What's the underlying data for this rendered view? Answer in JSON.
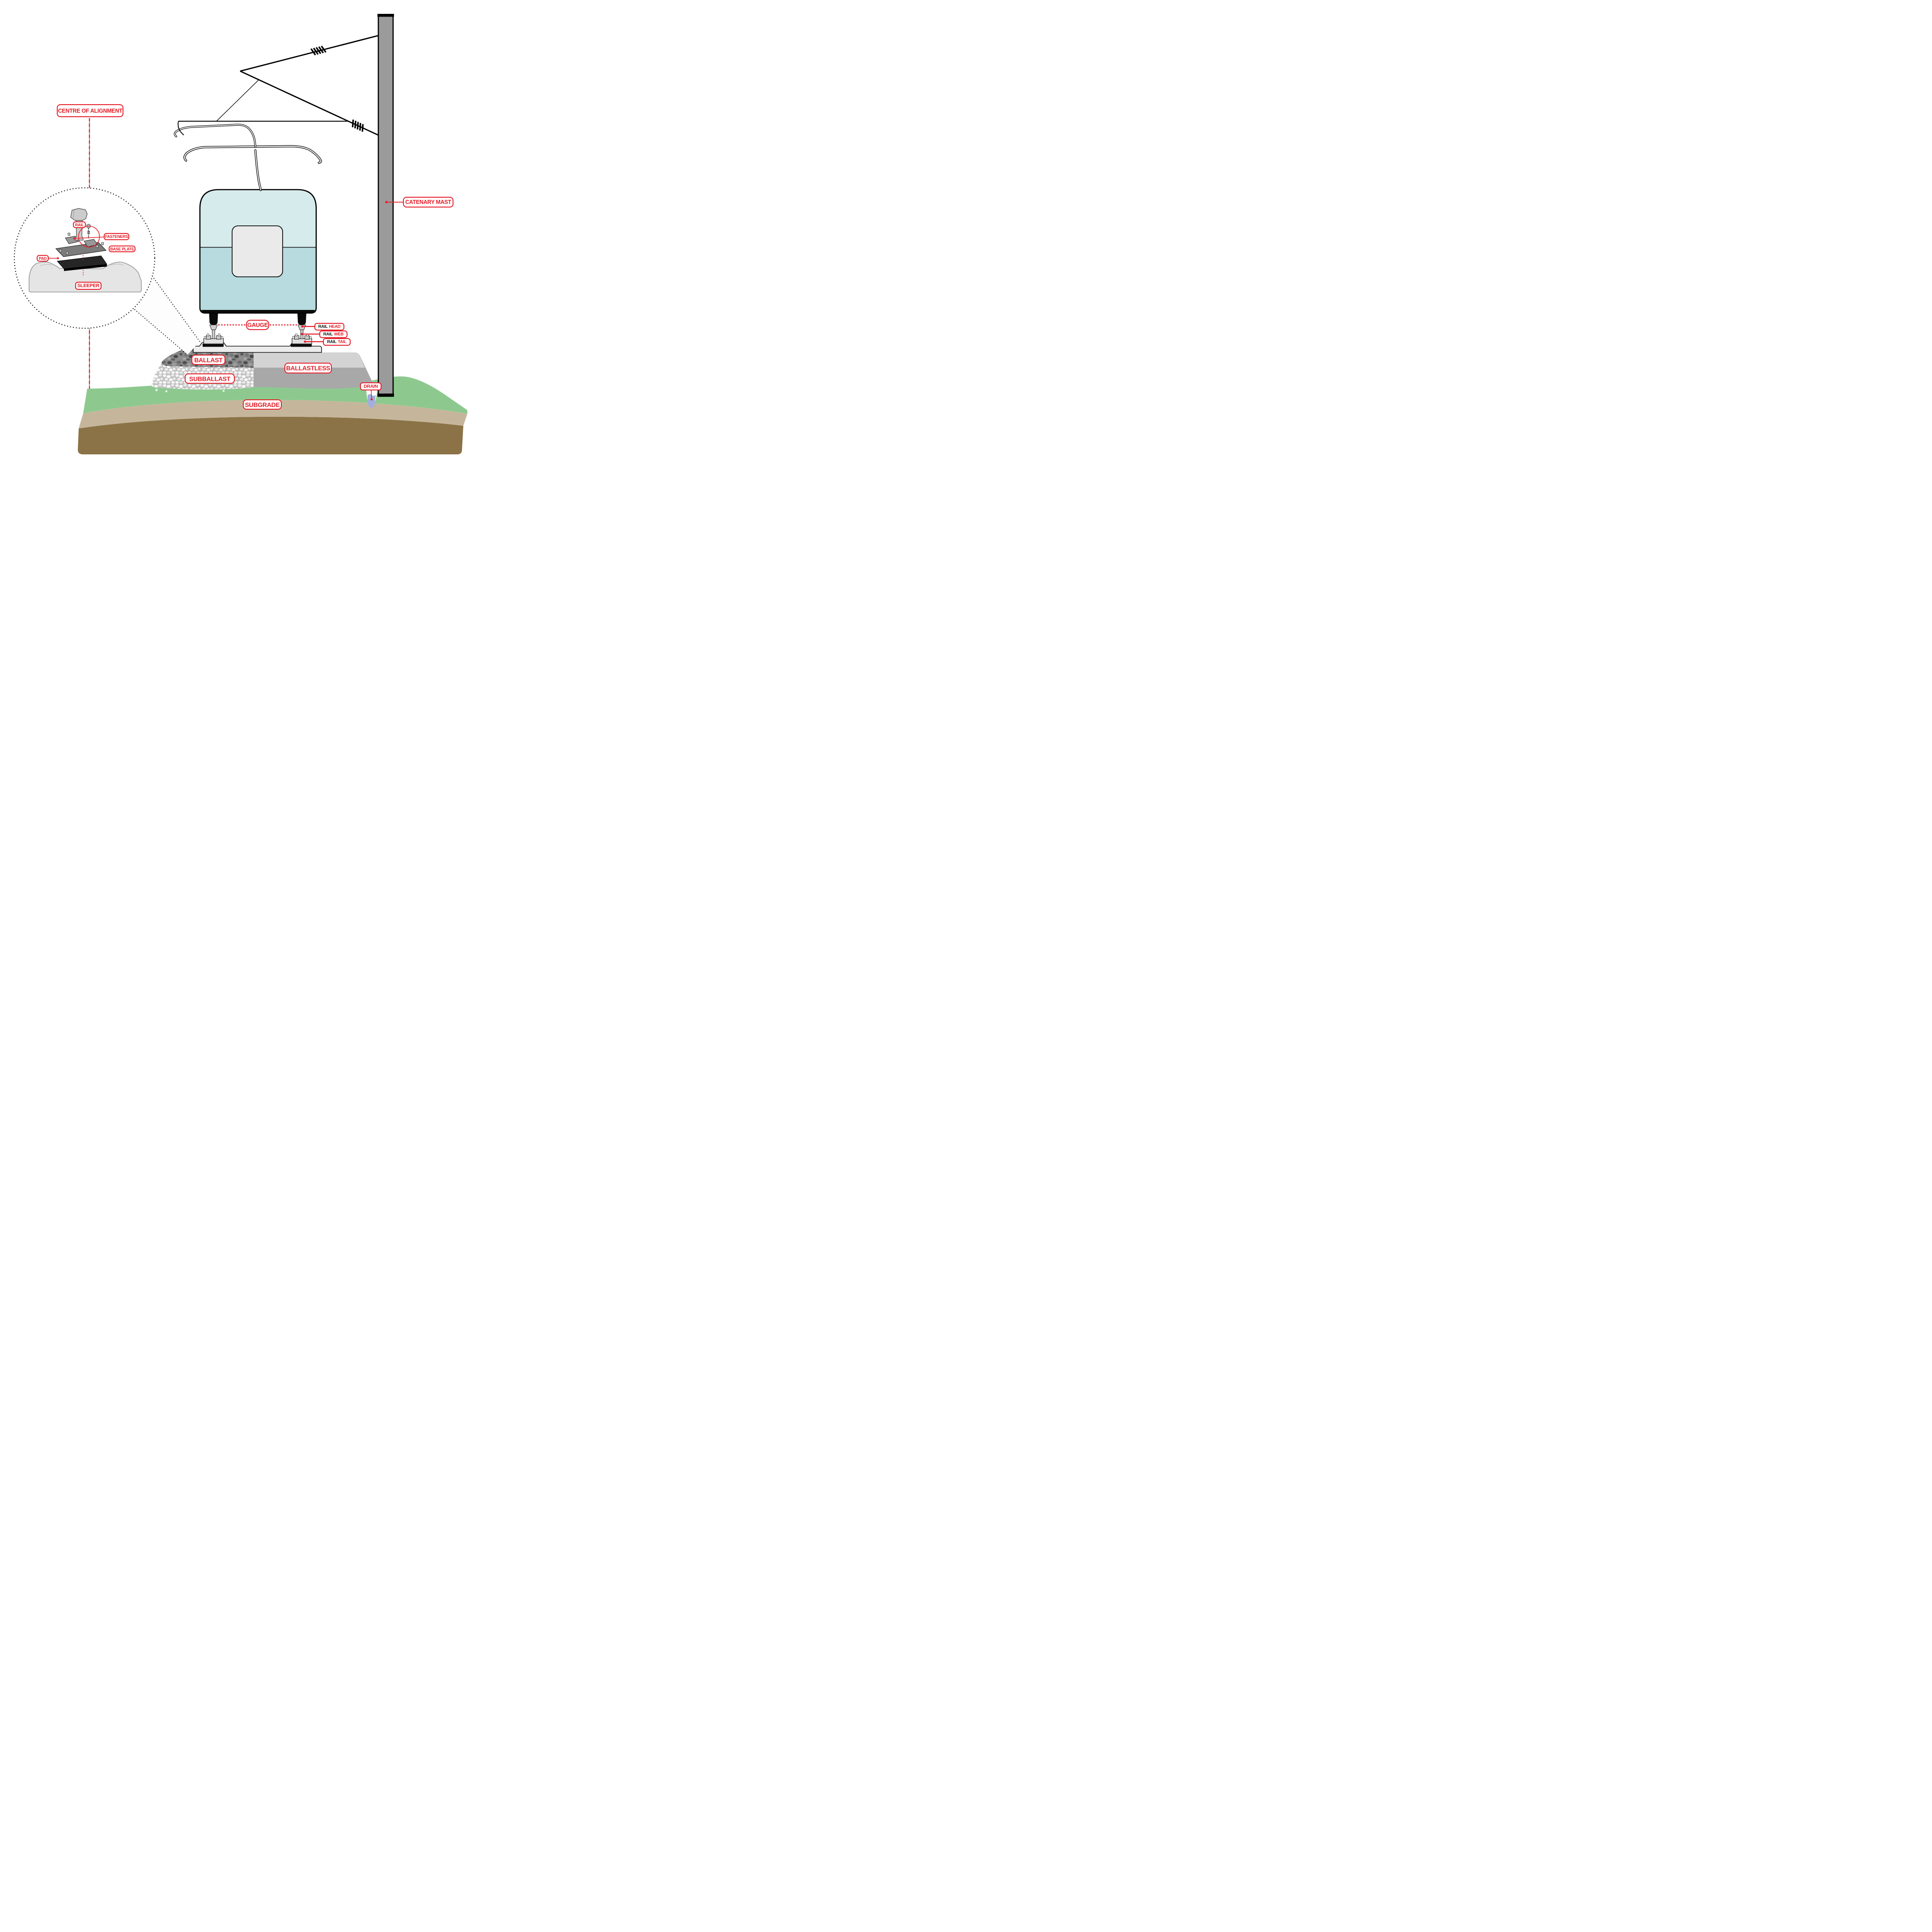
{
  "diagram": {
    "labels": {
      "centre_of_alignment": "CENTRE OF ALIGNMENT",
      "catenary_mast": "CATENARY MAST",
      "gauge": "GAUGE",
      "rail_head": {
        "prefix": "RAIL",
        "suffix": "HEAD"
      },
      "rail_web": {
        "prefix": "RAIL",
        "suffix": "WEB"
      },
      "rail_tail": {
        "prefix": "RAIL",
        "suffix": "TAIL"
      },
      "ballast": "BALLAST",
      "ballastless": "BALLASTLESS",
      "subballast": "SUBBALLAST",
      "subgrade": "SUBGRADE",
      "drain": "DRAIN"
    },
    "inset_labels": {
      "rail": "RAIL",
      "fasteners": "FASTENERS",
      "base_plate": "BASE PLATE",
      "pad": "PAD",
      "sleeper": "SLEEPER"
    },
    "colors": {
      "accent_red": "#e51f2a",
      "train_upper": "#d6ebec",
      "train_lower": "#b7dbdf",
      "train_window": "#eaeaea",
      "mast_gray": "#9b9b9b",
      "concrete_light": "#d3d3d3",
      "concrete_dark": "#a8a8a8",
      "grass_green": "#8dc98f",
      "subsoil_tan": "#c5b69b",
      "soil_brown": "#8b7347",
      "drain_blue": "#a2aedd",
      "pad_black": "#0c0c0c"
    }
  }
}
